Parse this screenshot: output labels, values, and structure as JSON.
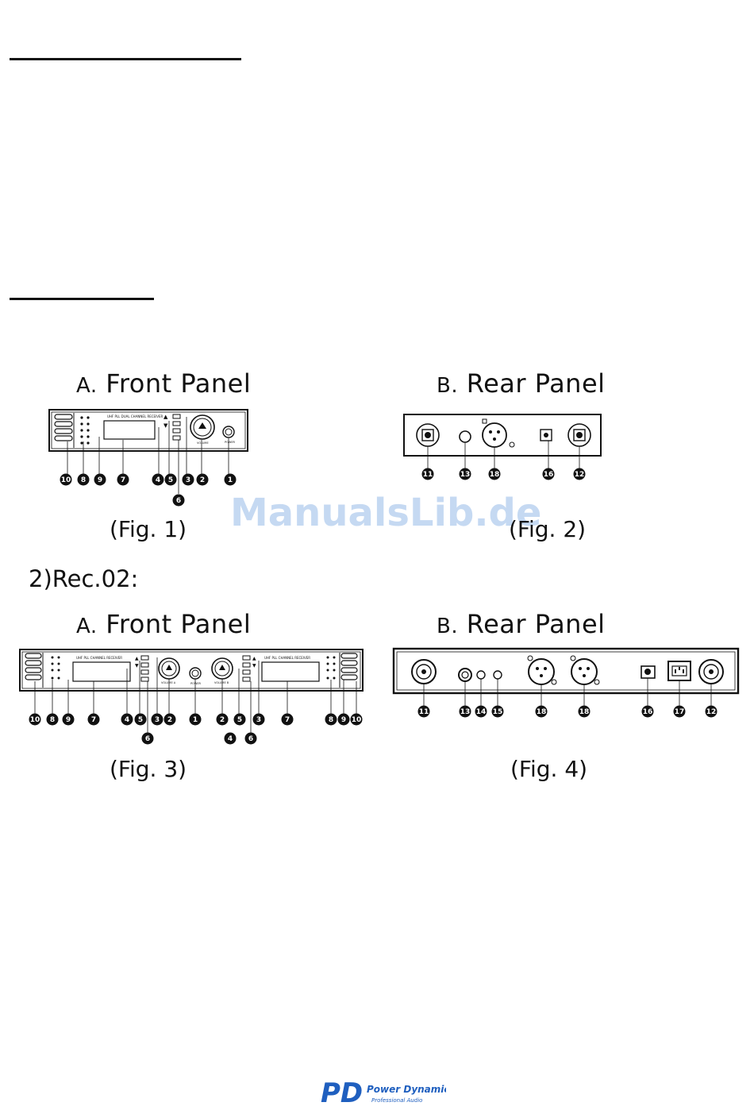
{
  "figures": {
    "fig1": {
      "heading_prefix": "A.",
      "heading_text": "Front Panel",
      "caption": "(Fig. 1)",
      "display_label": "UHF PLL DUAL CHANNEL RECEIVER",
      "volume_label": "VOLUME",
      "power_label": "POWER",
      "callouts": [
        "10",
        "8",
        "9",
        "7",
        "4",
        "5",
        "3",
        "2",
        "1",
        "6"
      ]
    },
    "fig2": {
      "heading_prefix": "B.",
      "heading_text": "Rear Panel",
      "caption": "(Fig. 2)",
      "callouts": [
        "11",
        "13",
        "18",
        "16",
        "12"
      ]
    },
    "fig3": {
      "heading_prefix": "A.",
      "heading_text": "Front Panel",
      "caption": "(Fig. 3)",
      "display_label": "UHF PLL CHANNEL RECEIVER",
      "volume_a_label": "VOLUME A",
      "volume_b_label": "VOLUME B",
      "power_label": "POWER",
      "callouts": [
        "10",
        "8",
        "9",
        "7",
        "4",
        "5",
        "3",
        "2",
        "1",
        "2",
        "4",
        "5",
        "3",
        "7",
        "8",
        "9",
        "10",
        "6",
        "6"
      ]
    },
    "fig4": {
      "heading_prefix": "B.",
      "heading_text": "Rear Panel",
      "caption": "(Fig. 4)",
      "callouts": [
        "11",
        "13",
        "14",
        "15",
        "18",
        "18",
        "16",
        "17",
        "12"
      ]
    }
  },
  "section_label": "2)Rec.02:",
  "watermark": "ManualsLib.de",
  "logo": {
    "mark": "PD",
    "brand": "Power Dynamics",
    "tagline": "Professional Audio"
  },
  "colors": {
    "ink": "#111111",
    "watermark": "#bcd3f0",
    "logo_blue": "#1f5fbf"
  }
}
